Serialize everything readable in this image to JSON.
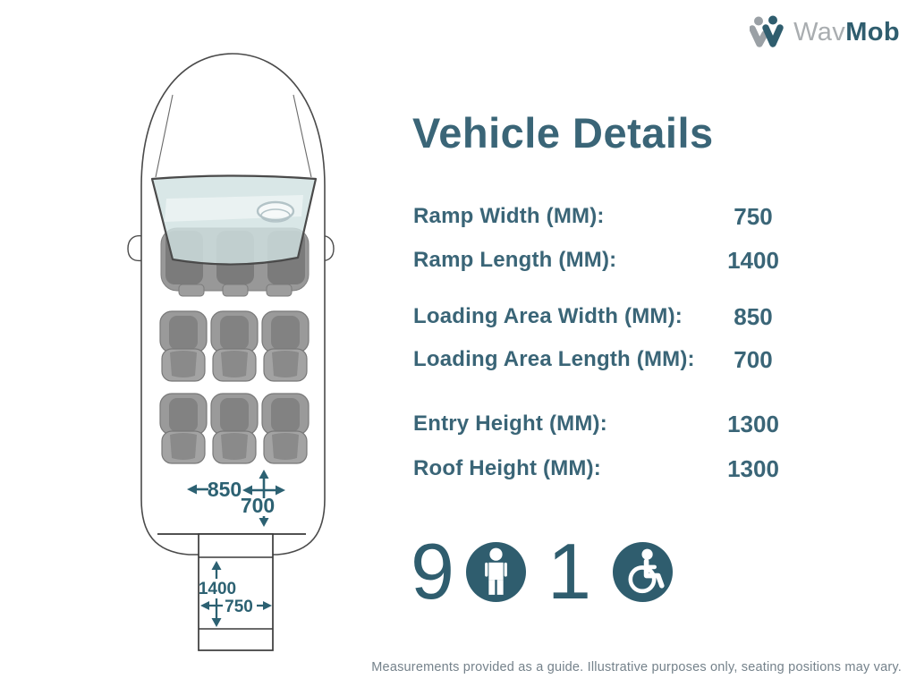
{
  "logo": {
    "brand_gray": "Wav",
    "brand_teal": "Mob"
  },
  "title": "Vehicle Details",
  "specs": [
    {
      "label": "Ramp Width (MM):",
      "value": "750"
    },
    {
      "label": "Ramp Length (MM):",
      "value": "1400"
    },
    {
      "label": "Loading Area Width (MM):",
      "value": "850"
    },
    {
      "label": "Loading Area Length (MM):",
      "value": "700"
    },
    {
      "label": "Entry Height (MM):",
      "value": "1300"
    },
    {
      "label": "Roof Height (MM):",
      "value": "1300"
    }
  ],
  "capacity": {
    "seat_count": "9",
    "wheelchair_count": "1"
  },
  "diagram": {
    "loading_area_width": "850",
    "loading_area_length": "700",
    "ramp_length": "1400",
    "ramp_width": "750"
  },
  "footer": "Measurements provided as a guide. Illustrative purposes only, seating positions may vary.",
  "colors": {
    "accent_teal": "#3a6577",
    "icon_circle_teal": "#2f5d6e",
    "dimension_teal": "#2c6172",
    "logo_gray": "#a9adb0",
    "footer_gray": "#75828b"
  }
}
